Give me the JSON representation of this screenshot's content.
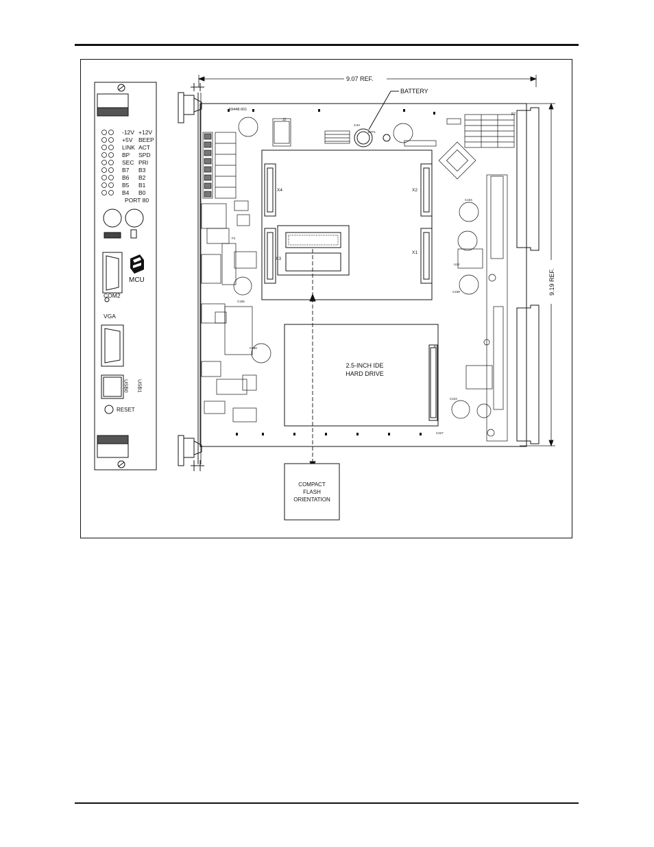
{
  "figure": {
    "dimensions": {
      "width": "9.07 REF.",
      "height": "9.19 REF."
    },
    "callouts": {
      "battery": "BATTERY",
      "compact_flash": [
        "COMPACT",
        "FLASH",
        "ORIENTATION"
      ],
      "hard_drive": [
        "2.5-INCH IDE",
        "HARD DRIVE"
      ]
    },
    "front_panel": {
      "led_rows": [
        {
          "left": "-12V",
          "right": "+12V"
        },
        {
          "left": "+5V",
          "right": "BEEP"
        },
        {
          "left": "LINK",
          "right": "ACT"
        },
        {
          "left": "BP",
          "right": "SPD"
        },
        {
          "left": "SEC",
          "right": "PRI"
        },
        {
          "left": "B7",
          "right": "B3"
        },
        {
          "left": "B6",
          "right": "B2"
        },
        {
          "left": "B5",
          "right": "B1"
        },
        {
          "left": "B4",
          "right": "B0"
        },
        {
          "left": "",
          "right": "PORT 80"
        }
      ],
      "logo": "MCU",
      "com2": "COM2",
      "vga": "VGA",
      "usb0": "USB0",
      "usb1": "USB1",
      "reset": "RESET"
    },
    "board_labels": {
      "x1": "X1",
      "x2": "X2",
      "x3": "X3",
      "x4": "X4",
      "bat1": "BAT1",
      "bat_voltage": "3.0V",
      "part_no": "59448-001",
      "c104": "C104",
      "c155": "C155",
      "c159": "C159",
      "c188": "C188",
      "c223": "C223",
      "c227": "C227",
      "p2": "P2",
      "j2": "J2",
      "j5": "J5",
      "f2": "F2",
      "u14": "U14"
    }
  }
}
